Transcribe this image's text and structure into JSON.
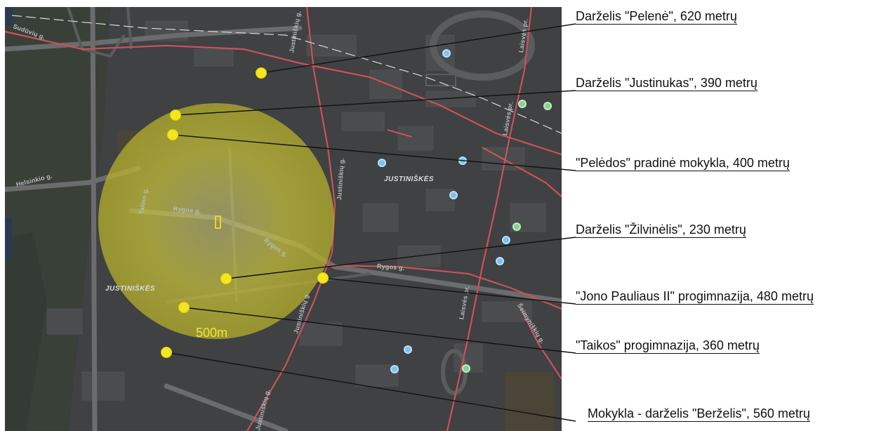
{
  "map": {
    "districts": [
      "JUSTINIŠKĖS",
      "JUSTINIŠKĖS"
    ],
    "streets": [
      "Sudūvių g.",
      "Justiniškių g.",
      "Laisvės pr.",
      "Helsinkio g.",
      "Talino g.",
      "Rygos g.",
      "Rygos g.",
      "Justiniškių g.",
      "Rygos g.",
      "Laisvės pr.",
      "Justiniškių g.",
      "Justiniškių g.",
      "Laisvės pr.",
      "Šeimyniškių g."
    ],
    "radius_label": "500m",
    "colors": {
      "circle_fill": "#c8c23a",
      "facility_marker": "#f5e51c",
      "blue_dot": "#7cc3f0",
      "green_dot": "#86d48c",
      "road_red": "#c9525a"
    }
  },
  "callouts": [
    "Darželis \"Pelenė\", 620 metrų",
    "Darželis \"Justinukas\", 390 metrų",
    "\"Pelėdos\" pradinė mokykla, 400 metrų",
    "Darželis \"Žilvinėlis\", 230 metrų",
    "\"Jono Pauliaus II\" progimnazija, 480 metrų",
    "\"Taikos\" progimnazija, 360 metrų",
    "Mokykla - darželis \"Berželis\", 560 metrų"
  ]
}
